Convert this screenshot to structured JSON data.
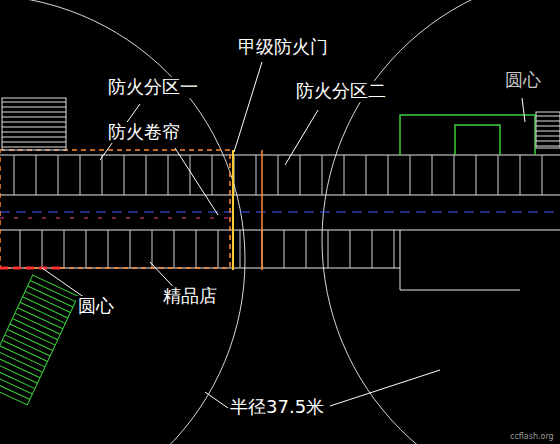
{
  "diagram": {
    "labels": [
      "甲级防火门",
      "防火分区一",
      "防火分区二",
      "圆心",
      "防火卷帘",
      "圆心",
      "精品店",
      "半径37.5米",
      "ccflash.org"
    ]
  }
}
